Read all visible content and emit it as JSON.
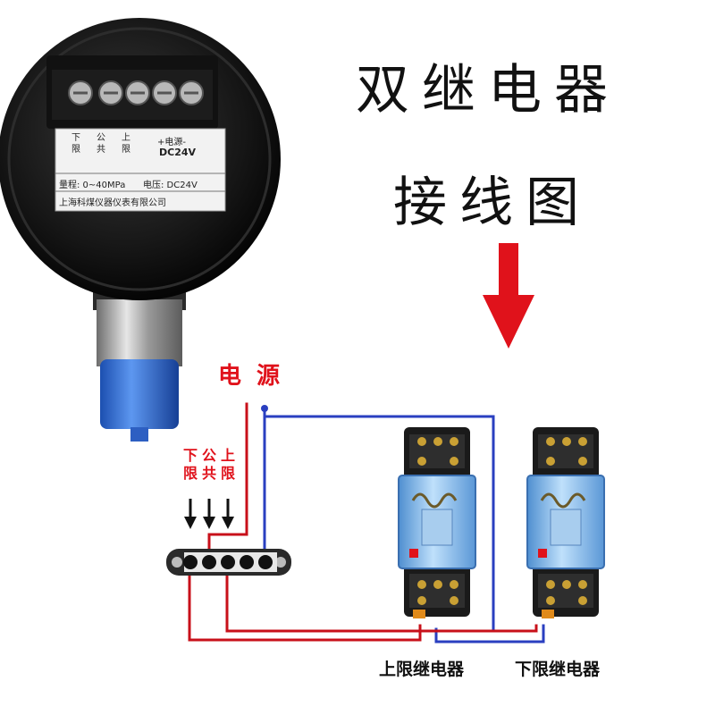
{
  "title": {
    "line1": "双继电器",
    "line2": "接线图"
  },
  "gauge": {
    "plate_cols": [
      "下\n限",
      "公\n共",
      "上\n限"
    ],
    "plate_power": "+电源-",
    "plate_power_value": "DC24V",
    "plate_range": "量程: 0~40MPa",
    "plate_supply": "电压: DC24V",
    "plate_company": "上海科煤仪器仪表有限公司"
  },
  "diagram": {
    "power_label": "电 源",
    "terminal_labels": [
      "下\n限",
      "公\n共",
      "上\n限"
    ],
    "relay_labels": [
      "上限继电器",
      "下限继电器"
    ]
  },
  "colors": {
    "wire_red": "#c8101a",
    "wire_blue": "#2a3fc0",
    "arrow_red": "#e0121b",
    "relay_blue": "#7fb6e8"
  }
}
